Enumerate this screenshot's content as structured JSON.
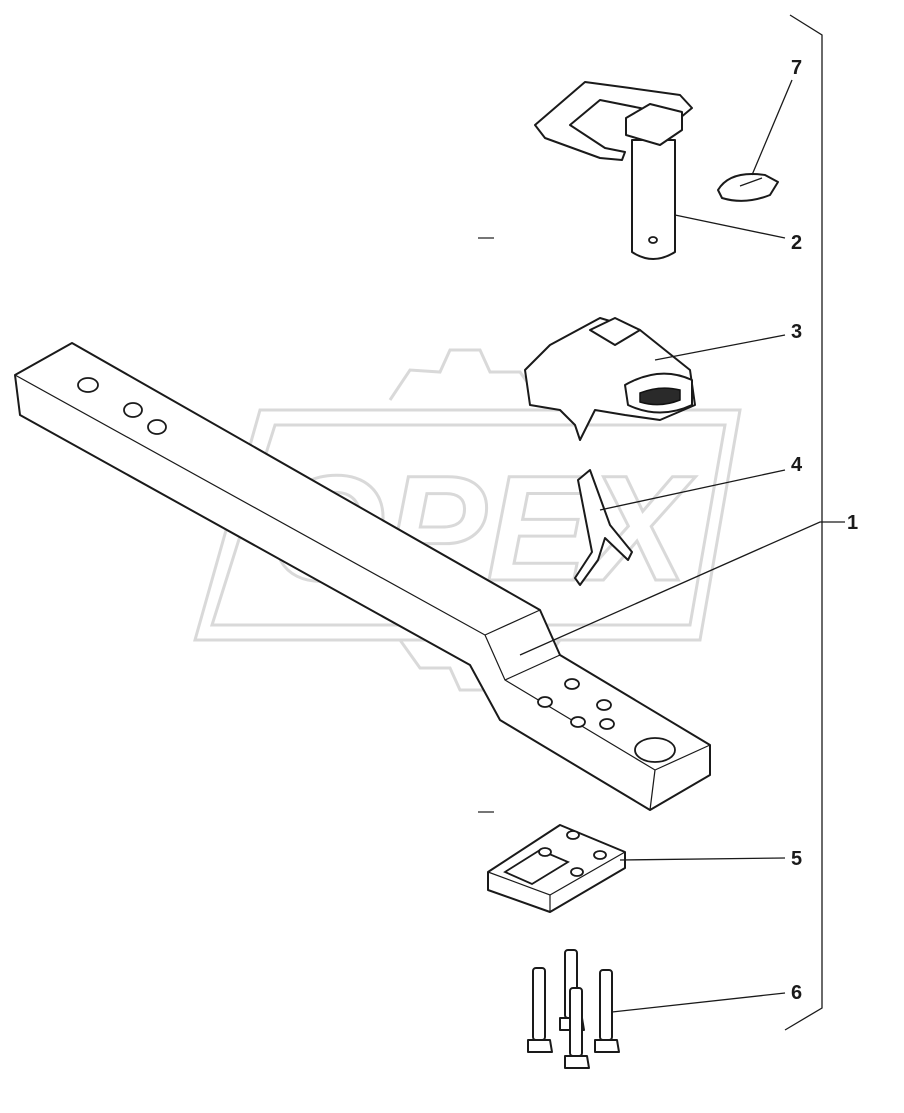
{
  "watermark": {
    "text": "OPEX",
    "color": "#d9d9d9"
  },
  "callouts": [
    {
      "id": "7",
      "label": "7"
    },
    {
      "id": "2",
      "label": "2"
    },
    {
      "id": "3",
      "label": "3"
    },
    {
      "id": "4",
      "label": "4"
    },
    {
      "id": "1",
      "label": "1"
    },
    {
      "id": "5",
      "label": "5"
    },
    {
      "id": "6",
      "label": "6"
    }
  ],
  "colors": {
    "line": "#1a1a1a",
    "watermark": "#d9d9d9",
    "background": "#ffffff"
  }
}
